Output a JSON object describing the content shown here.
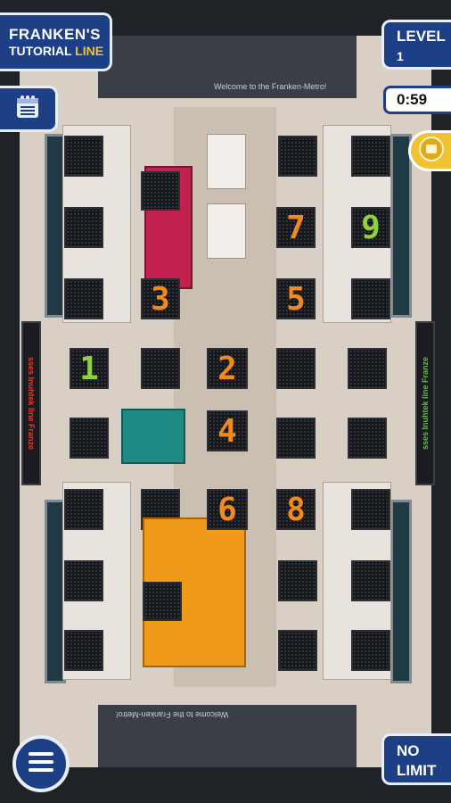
{
  "hud": {
    "title_line1": "FRANKEN'S",
    "title_line2_main": "TUTORIAL",
    "title_line2_accent": "LINE",
    "level_label": "LEVEL",
    "level_value": "1",
    "timer": "0:59",
    "limit_line1": "NO",
    "limit_line2": "LIMIT"
  },
  "train": {
    "welcome_top": "Welcome to the Franken-Metro!",
    "welcome_bottom": "Welcome to the Franken-Metro!",
    "side_sign_left": "sses Inuhtek line Franze",
    "side_sign_right": "sses Inuhtek line Franze"
  },
  "passengers": {
    "numbers": [
      "1",
      "2",
      "3",
      "4",
      "5",
      "6",
      "7",
      "8",
      "9"
    ]
  },
  "icons": {
    "calendar": "calendar-icon",
    "coin": "ticket-coin-icon",
    "menu": "hamburger-menu-icon"
  },
  "colors": {
    "hud_blue": "#1c3f86",
    "digit_orange": "#f08a1a",
    "digit_green": "#8fd13a",
    "pink_box": "#c2204e",
    "teal_box": "#1e8a84",
    "orange_box": "#f09a1a"
  }
}
